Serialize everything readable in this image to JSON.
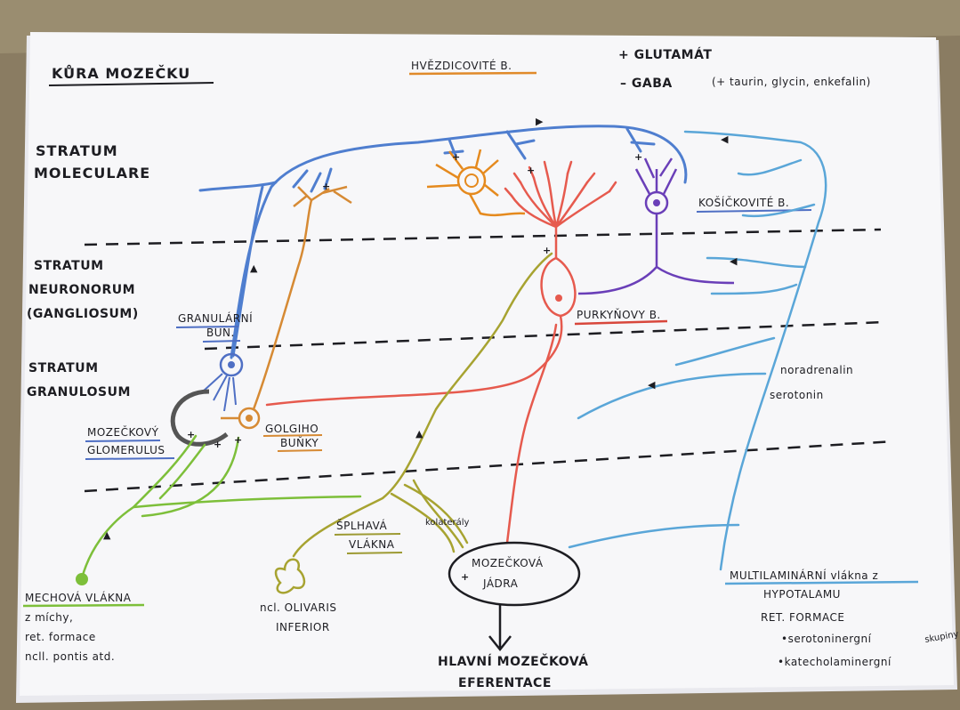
{
  "title": "KŮRA MOZEČKU",
  "legend": {
    "stellate": "HVĚZDICOVITÉ B.",
    "glutamate": "+ GLUTAMÁT",
    "gaba": "– GABA",
    "gaba_note": "(+ taurin, glycin, enkefalin)"
  },
  "layers": {
    "molecular": [
      "STRATUM",
      "MOLECULARE"
    ],
    "neuronorum": [
      "STRATUM",
      "NEURONORUM",
      "(GANGLIOSUM)"
    ],
    "granulosum": [
      "STRATUM",
      "GRANULOSUM"
    ]
  },
  "labels": {
    "granule_cells": [
      "GRANULÁRNÍ",
      "BUŇ."
    ],
    "golgi_cells": [
      "GOLGIHO",
      "BUŇKY"
    ],
    "glomerulus": [
      "MOZEČKOVÝ",
      "GLOMERULUS"
    ],
    "purkinje": "PURKYŇOVY B.",
    "basket": "KOŠÍČKOVITÉ B.",
    "noradrenalin": "noradrenalin",
    "serotonin": "serotonin",
    "climbing_fibers": [
      "ŠPLHAVÁ",
      "VLÁKNA"
    ],
    "collaterals": "kolaterály",
    "nuclei": [
      "MOZEČKOVÁ",
      "JÁDRA"
    ],
    "olivary": [
      "ncl. OLIVARIS",
      "INFERIOR"
    ],
    "mossy": [
      "MECHOVÁ VLÁKNA",
      "z míchy,",
      "ret. formace",
      "ncll. pontis atd."
    ],
    "multilaminar": [
      "MULTILAMINÁRNÍ vlákna z",
      "HYPOTALAMU",
      "RET. FORMACE",
      "•serotoninergní",
      "•katecholaminergní",
      "skupiny"
    ],
    "efferent": [
      "HLAVNÍ MOZEČKOVÁ",
      "EFERENTACE"
    ]
  },
  "colors": {
    "paper": "#f7f7f9",
    "parallel_fiber": "#4f7ecf",
    "golgi": "#d68a34",
    "stellate": "#e58a1e",
    "purkinje": "#e65a4e",
    "basket": "#6a3fb8",
    "climbing": "#a7a331",
    "mossy": "#7dbf3a",
    "multilaminar": "#5aa6d8",
    "glomerulus": "#555555",
    "underline_title": "#1d1d22",
    "underline_orange": "#e08a2a",
    "underline_blue": "#4f6fc4",
    "underline_red": "#d8473c",
    "underline_green": "#7dbf3a",
    "underline_olive": "#9d9a33"
  }
}
